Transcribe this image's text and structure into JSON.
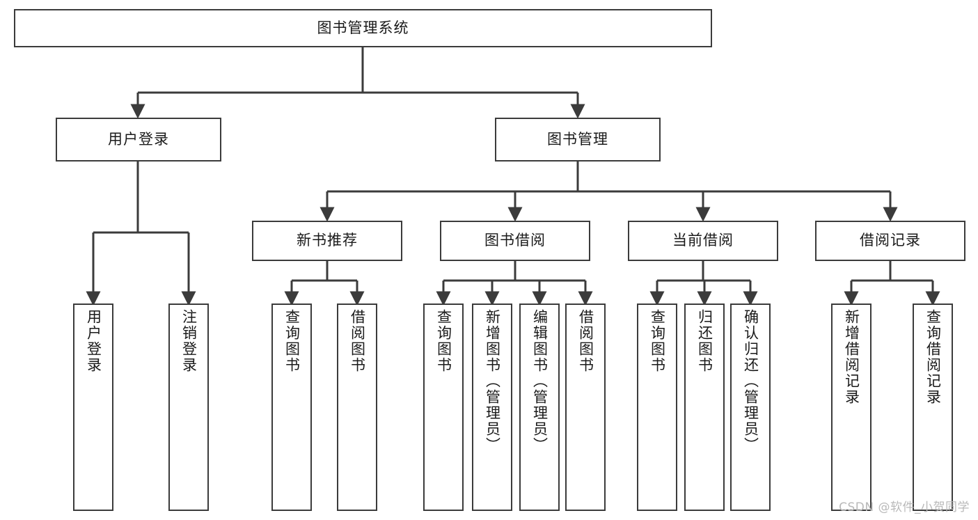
{
  "diagram": {
    "title": "图书管理系统",
    "type": "tree",
    "watermark": "CSDN @软件_小贺同学",
    "stroke_color": "#3b3b3b",
    "background_color": "#ffffff",
    "text_color": "#1a1a1a"
  },
  "nodes": {
    "root": {
      "label": "图书管理系统"
    },
    "level2": [
      {
        "id": "user-login",
        "label": "用户登录"
      },
      {
        "id": "book-manage",
        "label": "图书管理"
      }
    ],
    "level3": [
      {
        "id": "new-book-recommend",
        "label": "新书推荐"
      },
      {
        "id": "book-borrow",
        "label": "图书借阅"
      },
      {
        "id": "current-borrow",
        "label": "当前借阅"
      },
      {
        "id": "borrow-record",
        "label": "借阅记录"
      }
    ],
    "leaves": [
      {
        "id": "leaf-user-login",
        "label": "用户登录",
        "parent": "user-login"
      },
      {
        "id": "leaf-logout",
        "label": "注销登录",
        "parent": "user-login"
      },
      {
        "id": "leaf-query-book-1",
        "label": "查询图书",
        "parent": "new-book-recommend"
      },
      {
        "id": "leaf-borrow-book-1",
        "label": "借阅图书",
        "parent": "new-book-recommend"
      },
      {
        "id": "leaf-query-book-2",
        "label": "查询图书",
        "parent": "book-borrow"
      },
      {
        "id": "leaf-add-book",
        "label": "新增图书（管理员）",
        "parent": "book-borrow"
      },
      {
        "id": "leaf-edit-book",
        "label": "编辑图书（管理员）",
        "parent": "book-borrow"
      },
      {
        "id": "leaf-borrow-book-2",
        "label": "借阅图书",
        "parent": "book-borrow"
      },
      {
        "id": "leaf-query-book-3",
        "label": "查询图书",
        "parent": "current-borrow"
      },
      {
        "id": "leaf-return-book",
        "label": "归还图书",
        "parent": "current-borrow"
      },
      {
        "id": "leaf-confirm-return",
        "label": "确认归还（管理员）",
        "parent": "current-borrow"
      },
      {
        "id": "leaf-add-record",
        "label": "新增借阅记录",
        "parent": "borrow-record"
      },
      {
        "id": "leaf-query-record",
        "label": "查询借阅记录",
        "parent": "borrow-record"
      }
    ]
  }
}
